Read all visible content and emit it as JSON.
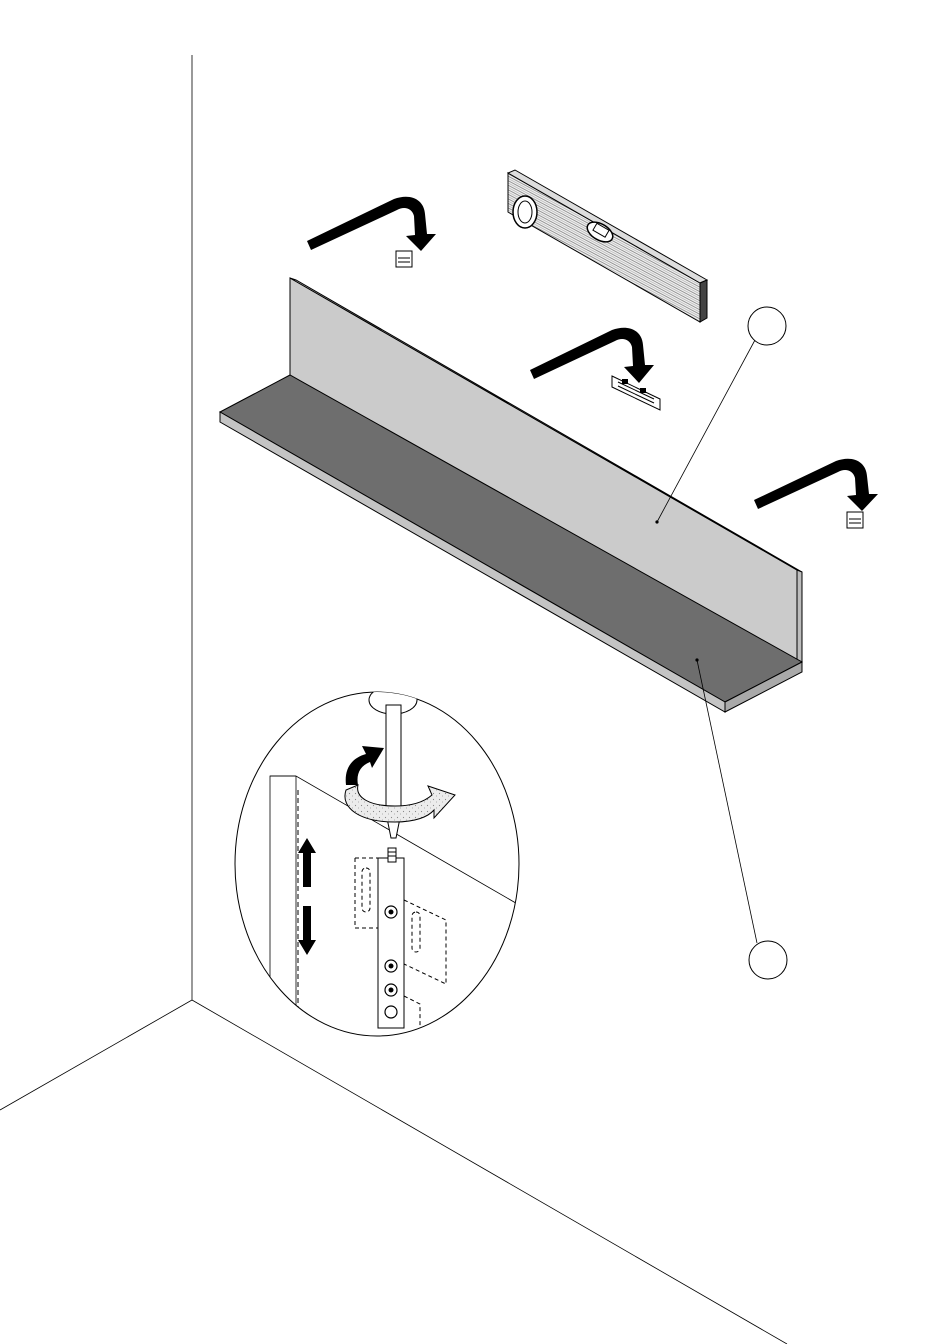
{
  "diagram": {
    "subject": "wall-shelf-installation",
    "callouts": [
      {
        "id": "callout-back-panel",
        "label": ""
      },
      {
        "id": "callout-shelf-board",
        "label": ""
      }
    ],
    "colors": {
      "back_panel": "#cbcbcb",
      "shelf_top": "#6e6e6e",
      "shelf_edge": "#c4c4c4",
      "lines": "#000000",
      "background": "#ffffff",
      "turn_arrow_fill": "#e6e6e6"
    },
    "icons": {
      "spirit_level": "spirit-level-icon",
      "wall_bracket": "wall-bracket-icon",
      "screwdriver": "screwdriver-icon",
      "rotate_arrow": "rotate-arrow-icon",
      "adjust_arrow": "up-down-arrow-icon"
    }
  }
}
